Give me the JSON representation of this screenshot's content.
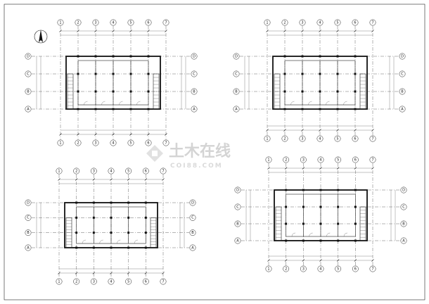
{
  "watermark": {
    "title": "土木在线",
    "url": "COI88.COM",
    "color": "#cfcfcf"
  },
  "north_arrow": {
    "icon": "north-arrow-icon"
  },
  "plans": [
    {
      "id": "top-left",
      "top_axes": [
        "1",
        "2",
        "3",
        "4",
        "5",
        "6",
        "7"
      ],
      "bottom_axes": [
        "1",
        "2",
        "3",
        "4",
        "5",
        "6",
        "7"
      ],
      "left_axes": [
        "D",
        "C",
        "B",
        "A"
      ],
      "right_axes": [
        "D",
        "C",
        "B",
        "A"
      ]
    },
    {
      "id": "top-right",
      "top_axes": [
        "1",
        "2",
        "3",
        "4",
        "5",
        "6",
        "7"
      ],
      "bottom_axes": [
        "1",
        "2",
        "3",
        "4",
        "5",
        "6",
        "7"
      ],
      "left_axes": [
        "D",
        "C",
        "B",
        "A"
      ],
      "right_axes": [
        "D",
        "C",
        "B",
        "A"
      ]
    },
    {
      "id": "bottom-left",
      "top_axes": [
        "1",
        "2",
        "3",
        "4",
        "5",
        "6",
        "7"
      ],
      "bottom_axes": [
        "1",
        "2",
        "3",
        "4",
        "5",
        "6",
        "7"
      ],
      "left_axes": [
        "D",
        "C",
        "B",
        "A"
      ],
      "right_axes": [
        "D",
        "C",
        "B",
        "A"
      ]
    },
    {
      "id": "bottom-right",
      "top_axes": [
        "1",
        "2",
        "3",
        "4",
        "5",
        "6",
        "7"
      ],
      "bottom_axes": [
        "1",
        "2",
        "3",
        "4",
        "5",
        "6",
        "7"
      ],
      "left_axes": [
        "D",
        "C",
        "B",
        "A"
      ],
      "right_axes": [
        "D",
        "C",
        "B",
        "A"
      ]
    }
  ]
}
